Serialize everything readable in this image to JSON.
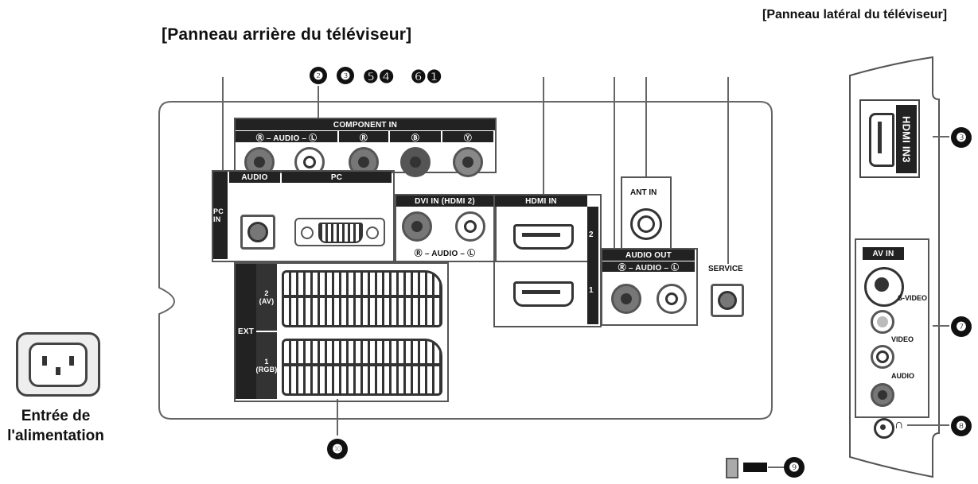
{
  "titles": {
    "rear": "[Panneau arrière du téléviseur]",
    "side": "[Panneau latéral du téléviseur]",
    "power_line1": "Entrée de",
    "power_line2": "l'alimentation"
  },
  "rear_panel": {
    "component_in": "COMPONENT IN",
    "component_audio": "Ⓡ – AUDIO – Ⓛ",
    "component_pr": "Ⓡ",
    "component_pb": "Ⓑ",
    "component_y": "Ⓨ",
    "audio": "AUDIO",
    "pc": "PC",
    "pc_in": "PC IN",
    "dvi_in": "DVI IN (HDMI 2)",
    "dvi_audio": "Ⓡ – AUDIO – Ⓛ",
    "hdmi_in": "HDMI IN",
    "hdmi_2": "2",
    "hdmi_1": "1",
    "ant_in": "ANT IN",
    "audio_out": "AUDIO OUT",
    "audio_out_sub": "Ⓡ – AUDIO – Ⓛ",
    "service": "SERVICE",
    "ext": "EXT",
    "ext_2": "2 (AV)",
    "ext_1": "1 (RGB)"
  },
  "side_panel": {
    "hdmi_in3": "HDMI IN3",
    "av_in": "AV IN",
    "s_video": "S-VIDEO",
    "video": "VIDEO",
    "audio": "AUDIO"
  },
  "callouts": {
    "top": [
      "❷",
      "❸",
      "❺❹",
      "❻❶"
    ],
    "side_3": "❸",
    "side_7": "❼",
    "side_8": "❽",
    "bottom_9": "❾",
    "bottom_10": "❿"
  }
}
